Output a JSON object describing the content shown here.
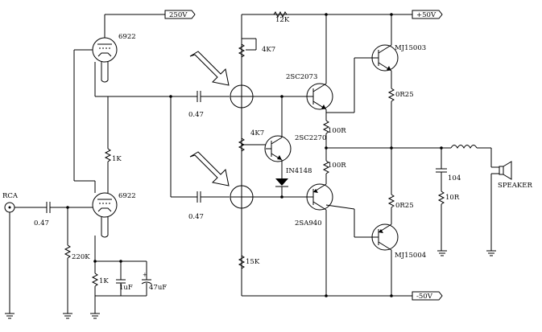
{
  "rails": {
    "hv": "250V",
    "pos": "+50V",
    "neg": "-50V"
  },
  "labels": {
    "tube_top": "6922",
    "tube_bottom": "6922",
    "rca": "RCA",
    "c_in": "0.47",
    "r_220k": "220K",
    "r_1k_mid": "1K",
    "r_1k_cath": "1K",
    "c_1uf": "1uF",
    "c_47uf": "47uF",
    "c_top": "0.47",
    "c_bottom": "0.47",
    "r_4k7_top": "4K7",
    "r_4k7_mid": "4K7",
    "r_15k": "15K",
    "r_12k": "12K",
    "q_2sc2073": "2SC2073",
    "q_2sc2270": "2SC2270",
    "d_in4148": "IN4148",
    "q_2sa940": "2SA940",
    "r_100r_top": "100R",
    "r_100r_bottom": "100R",
    "q_mj15003": "MJ15003",
    "q_mj15004": "MJ15004",
    "r_0r25_top": "0R25",
    "r_0r25_bottom": "0R25",
    "c_104": "104",
    "r_10r": "10R",
    "speaker": "SPEAKER"
  }
}
